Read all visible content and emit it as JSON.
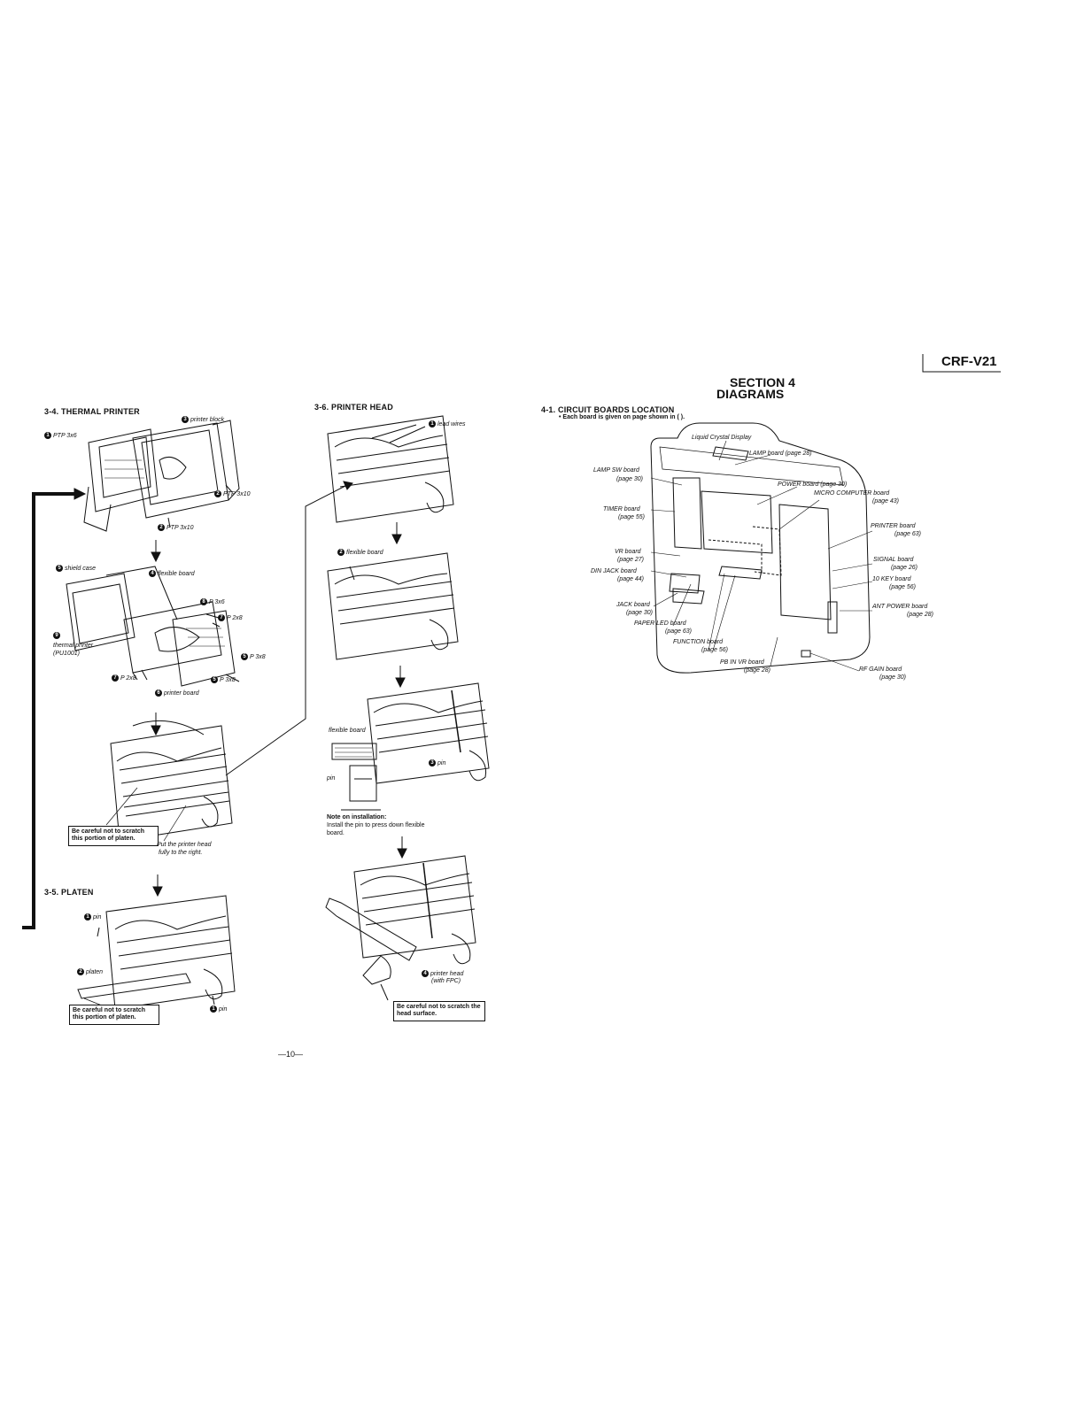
{
  "header": {
    "model": "CRF-V21",
    "section": "SECTION 4",
    "section_title": "DIAGRAMS"
  },
  "left": {
    "thermal_printer_heading": "3-4.  THERMAL PRINTER",
    "platen_heading": "3-5.  PLATEN",
    "labels": {
      "ptp_3x6": "PTP 3x6",
      "printer_block": "printer block",
      "ptp_3x10_a": "PTP 3x10",
      "ptp_3x10_b": "PTP 3x10",
      "shield_case": "shield case",
      "flexible_board": "flexible board",
      "p_3x6": "P 3x6",
      "p_2x8_a": "P 2x8",
      "p_3x8_a": "P 3x8",
      "p_3x8_b": "P 3x8",
      "p_2x8_b": "P 2x8",
      "thermal_printer": "thermal printer",
      "pu1001": "(PU1001)",
      "printer_board": "printer board",
      "put_head": "Put the printer head",
      "put_head2": "fully to the right.",
      "pin_a": "pin",
      "platen": "platen",
      "pin_b": "pin"
    },
    "callout1": "Be careful not to scratch this portion of platen.",
    "callout2": "Be careful not to scratch this portion of platen."
  },
  "middle": {
    "heading": "3-6.  PRINTER HEAD",
    "labels": {
      "lead_wires": "lead wires",
      "flexible_board": "flexible board",
      "flexible_board2": "flexible board",
      "pin_side": "pin",
      "pin_circ": "pin",
      "printer_head": "printer head",
      "with_fpc": "(with FPC)"
    },
    "note_title": "Note on installation:",
    "note_body": "Install the pin to press down flexible board.",
    "callout": "Be careful not to scratch the head surface.",
    "page_number": "—10—"
  },
  "right": {
    "heading": "4-1.  CIRCUIT BOARDS LOCATION",
    "subnote": "•  Each board is given on page shown in (   ).",
    "boards": {
      "lcd": "Liquid Crystal Display",
      "lamp": "LAMP board  (page 28)",
      "lamp_sw": "LAMP SW board",
      "lamp_sw_pg": "(page 30)",
      "power": "POWER board (page 30)",
      "micro": "MICRO COMPUTER board",
      "micro_pg": "(page 43)",
      "timer": "TIMER board",
      "timer_pg": "(page 55)",
      "printer": "PRINTER board",
      "printer_pg": "(page 63)",
      "vr": "VR board",
      "vr_pg": "(page 27)",
      "din": "DIN JACK board",
      "din_pg": "(page 44)",
      "signal": "SIGNAL board",
      "signal_pg": "(page 26)",
      "tenkey": "10 KEY board",
      "tenkey_pg": "(page 56)",
      "jack": "JACK board",
      "jack_pg": "(page 30)",
      "ant": "ANT POWER board",
      "ant_pg": "(page 28)",
      "paper_led": "PAPER LED board",
      "paper_led_pg": "(page 63)",
      "function": "FUNCTION board",
      "function_pg": "(page 56)",
      "pb_in": "PB IN VR board",
      "pb_in_pg": "(page 28)",
      "rf_gain": "RF GAIN board",
      "rf_gain_pg": "(page 30)"
    }
  }
}
